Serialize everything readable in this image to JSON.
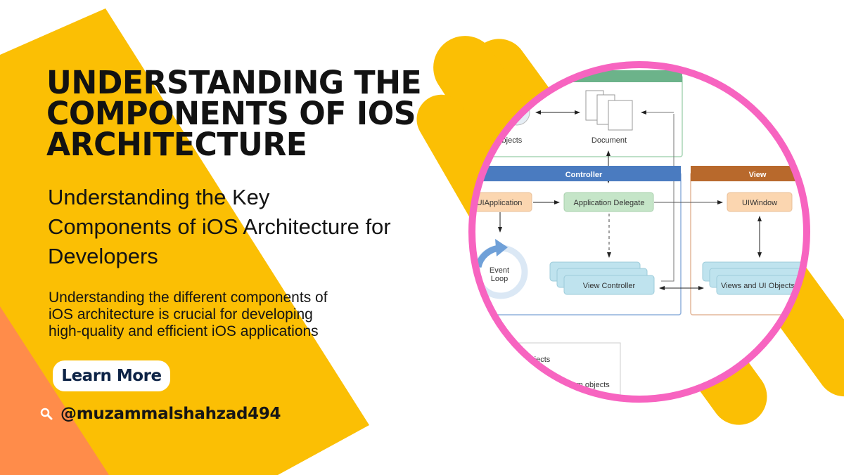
{
  "colors": {
    "yellow": "#fbbf04",
    "orange": "#ff8c4a",
    "pink_ring": "#f764c0",
    "button_text": "#0d2346",
    "controller_header": "#4a7bc0",
    "view_header": "#b8692c",
    "model_header": "#6cb38a"
  },
  "title": {
    "lines": [
      "UNDERSTANDING THE",
      "COMPONENTS OF IOS",
      "ARCHITECTURE"
    ]
  },
  "subtitle": {
    "lines": [
      "Understanding the Key",
      "Components of iOS Architecture for",
      "Developers"
    ]
  },
  "body": {
    "lines": [
      "Understanding the different components of",
      "iOS architecture is crucial for developing",
      "high-quality and efficient iOS applications"
    ]
  },
  "cta": {
    "label": "Learn More"
  },
  "handle": {
    "icon": "search-icon",
    "text": "@muzammalshahzad494"
  },
  "diagram": {
    "objects_label": "Objects",
    "document_label": "Document",
    "controller_header": "Controller",
    "view_header": "View",
    "uiapplication": "UIApplication",
    "app_delegate": "Application Delegate",
    "uiwindow": "UIWindow",
    "event_loop_1": "Event",
    "event_loop_2": "Loop",
    "view_controller": "View Controller",
    "views_ui_objects": "Views and UI Objects",
    "legend_1": "Objects",
    "legend_2": "stom objects"
  }
}
